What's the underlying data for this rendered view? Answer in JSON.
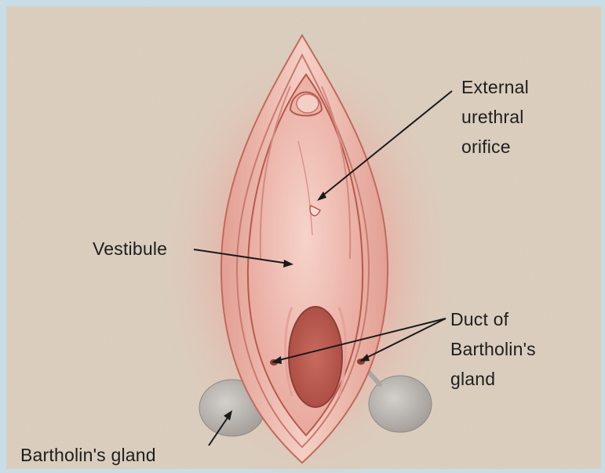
{
  "labels": {
    "external_urethral_orifice": [
      "External",
      "urethral",
      "orifice"
    ],
    "vestibule": "Vestibule",
    "duct_of_bartholins_gland": [
      "Duct of",
      "Bartholin's",
      "gland"
    ],
    "bartholins_gland": "Bartholin's gland"
  },
  "colors": {
    "background_paper": "#dccfbf",
    "frame": "#c8dde6",
    "tissue_light": "#f1c6bb",
    "tissue_mid": "#e9a99b",
    "tissue_dark": "#b8584c",
    "gland": "#bdb8b4",
    "leader_line": "#1a1a1a"
  }
}
